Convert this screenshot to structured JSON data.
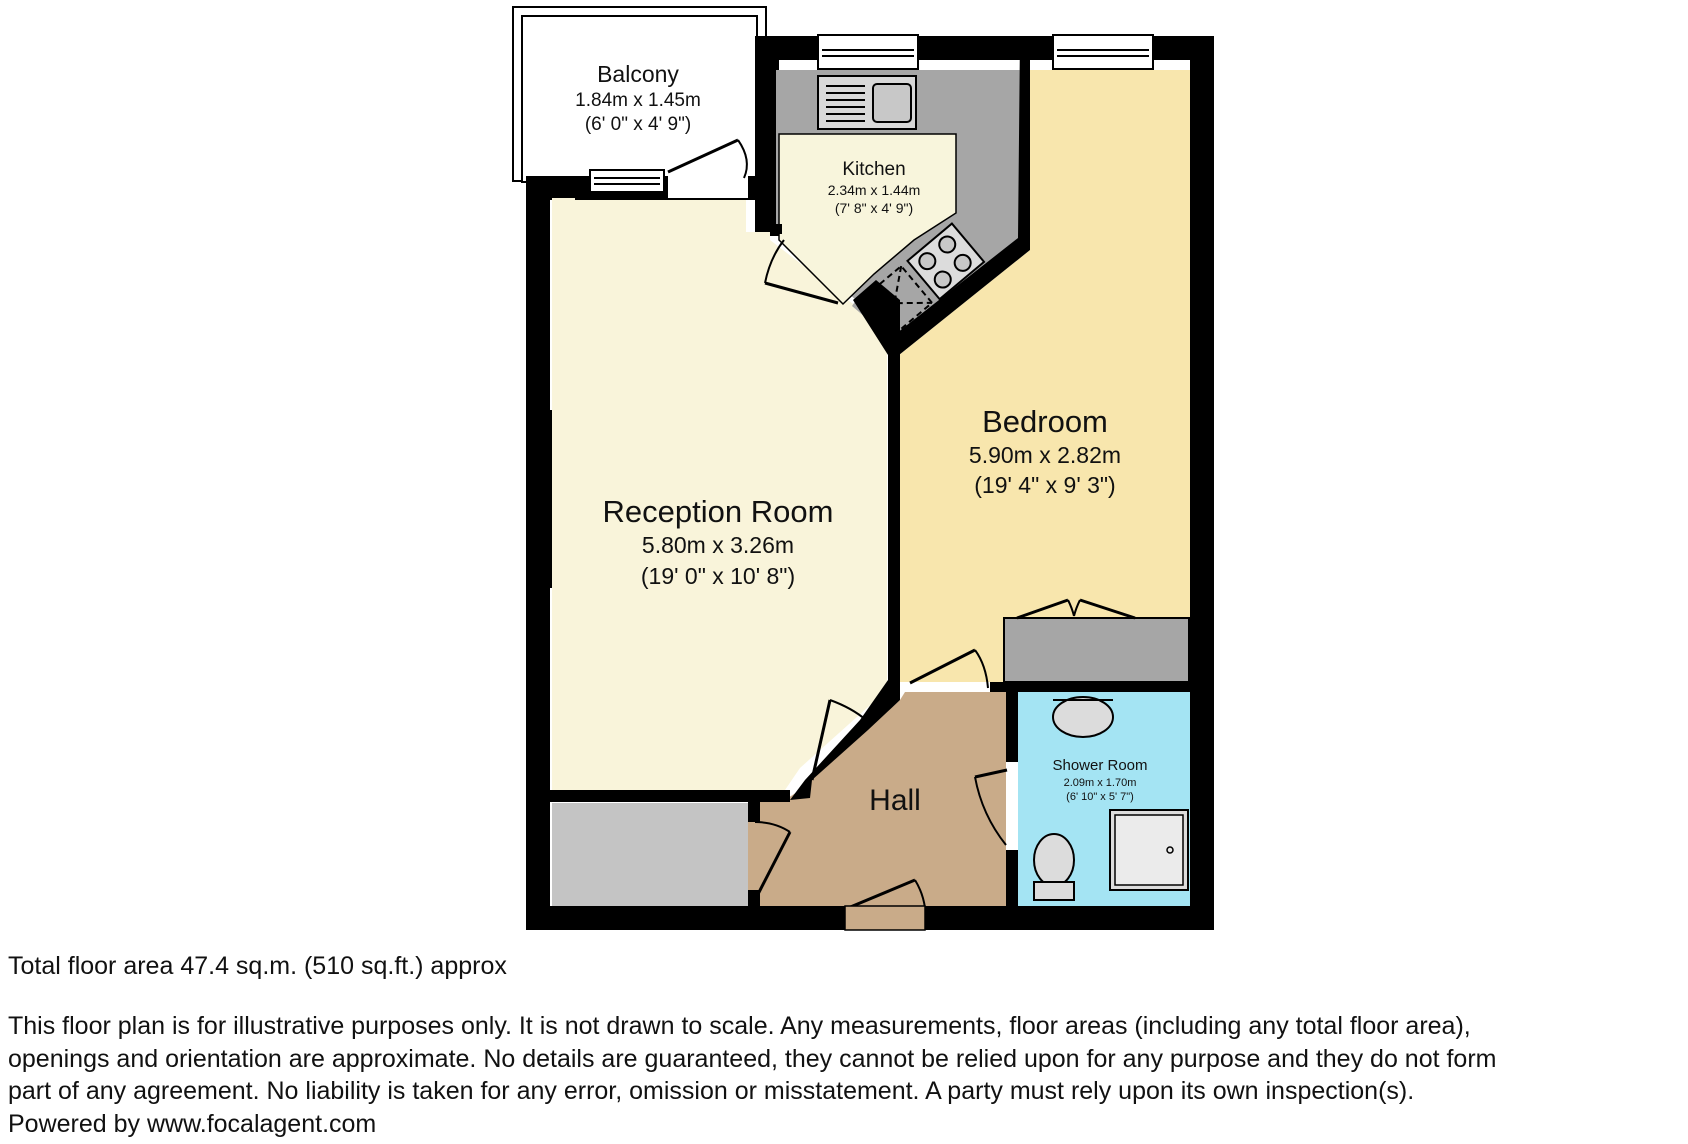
{
  "floorplan": {
    "rooms": [
      {
        "id": "balcony",
        "name": "Balcony",
        "metric": "1.84m x 1.45m",
        "imperial": "(6' 0\" x 4' 9\")",
        "fill": "#ffffff"
      },
      {
        "id": "kitchen",
        "name": "Kitchen",
        "metric": "2.34m x 1.44m",
        "imperial": "(7' 8\" x 4' 9\")",
        "fill": "#f8f5dc"
      },
      {
        "id": "bedroom",
        "name": "Bedroom",
        "metric": "5.90m x 2.82m",
        "imperial": "(19' 4\" x 9' 3\")",
        "fill": "#f8e6ad"
      },
      {
        "id": "reception",
        "name": "Reception Room",
        "metric": "5.80m x 3.26m",
        "imperial": "(19' 0\" x 10' 8\")",
        "fill": "#f9f4da"
      },
      {
        "id": "hall",
        "name": "Hall",
        "fill": "#c9ab89"
      },
      {
        "id": "shower",
        "name": "Shower Room",
        "metric": "2.09m x 1.70m",
        "imperial": "(6' 10\" x 5' 7\")",
        "fill": "#a4e4f3"
      }
    ],
    "colors": {
      "wall": "#000000",
      "storage": "#c4c4c4",
      "worktop": "#a6a6a6",
      "hall": "#c9ab89",
      "bedroom": "#f8e6ad",
      "reception": "#f9f4da",
      "shower": "#a4e4f3"
    }
  },
  "footer": {
    "total_area": "Total floor area 47.4 sq.m. (510 sq.ft.) approx",
    "disclaimer_lines": [
      "This floor plan is for illustrative purposes only. It is not drawn to scale. Any measurements, floor areas (including any total floor area),",
      "openings and orientation are approximate. No details are guaranteed, they cannot be relied upon for any purpose and they do not form",
      "part of any agreement. No liability is taken for any error, omission or misstatement. A party must rely upon its own inspection(s).",
      "Powered by www.focalagent.com"
    ]
  }
}
